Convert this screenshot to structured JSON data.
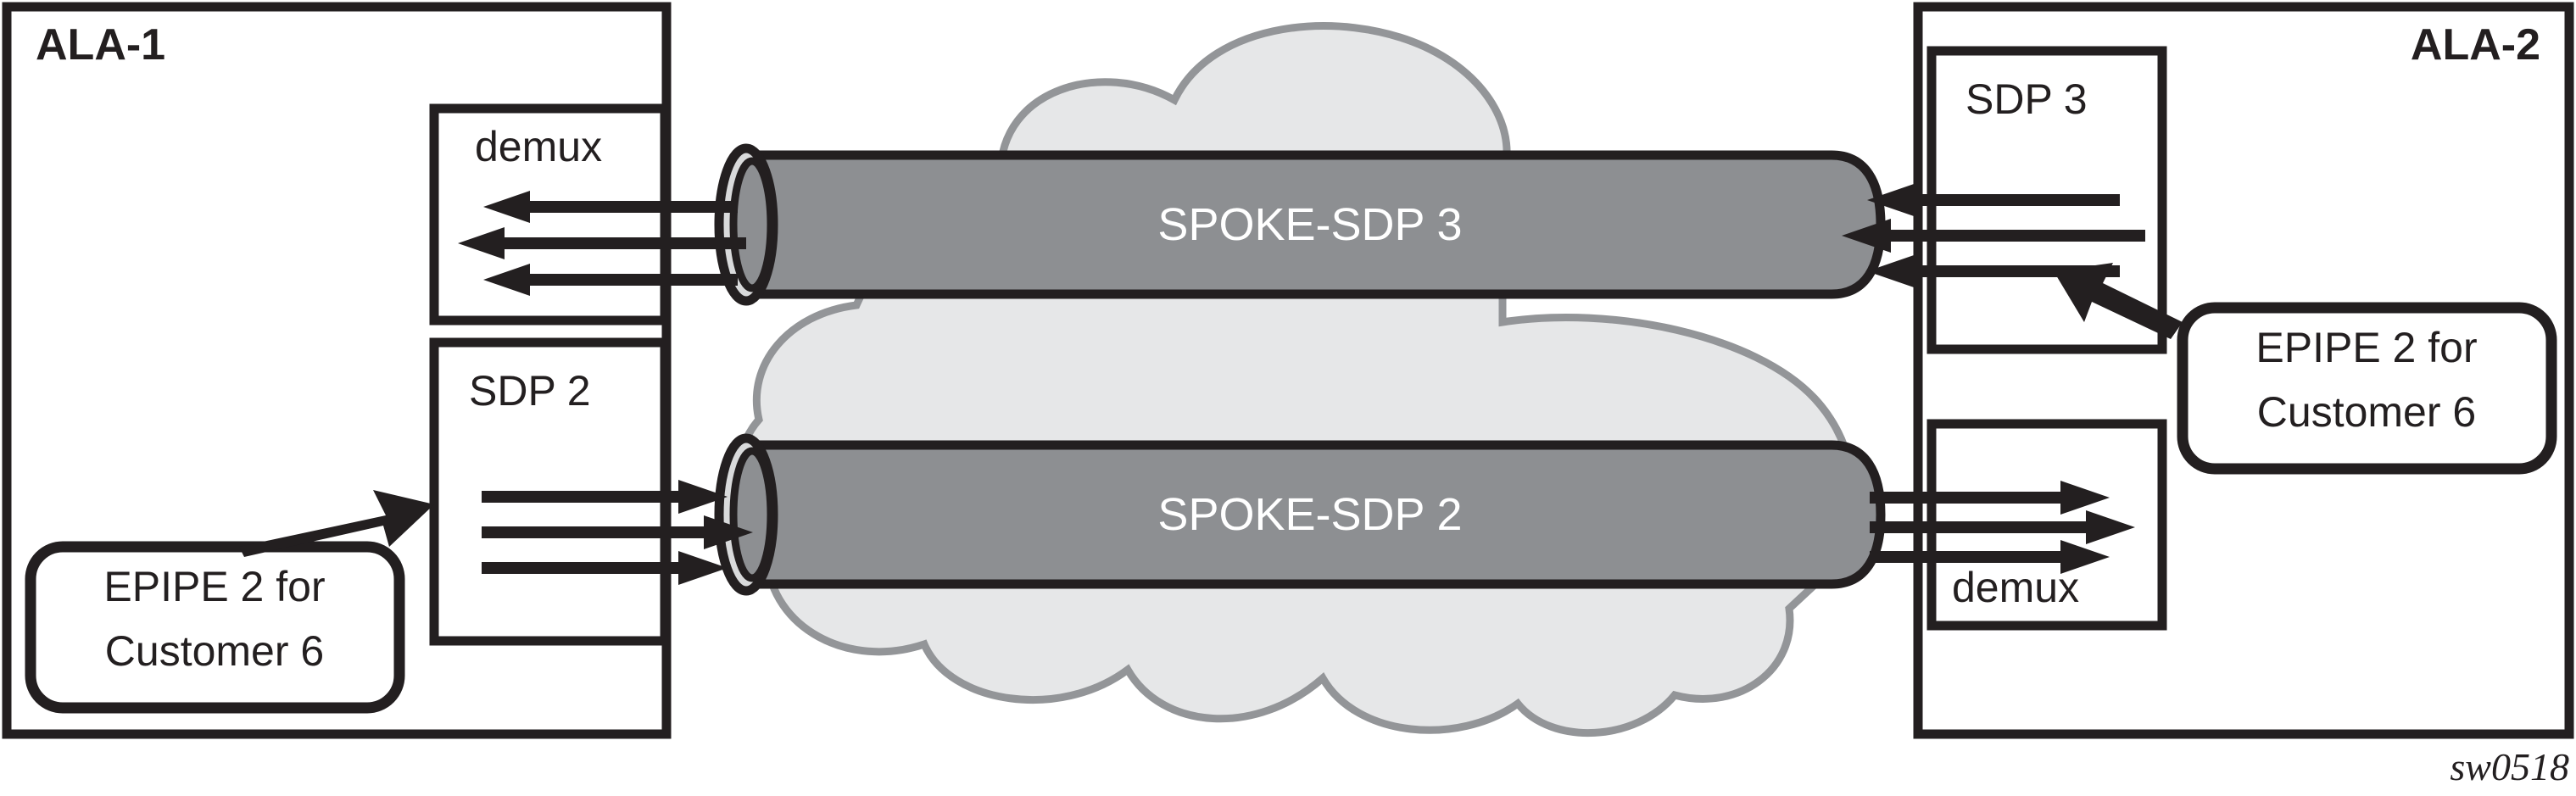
{
  "figure": {
    "id_label": "sw0518",
    "colors": {
      "ink": "#231f20",
      "tube_fill": "#8d8f92",
      "tube_cap_fill": "#d9dadb",
      "cloud_fill": "#e6e7e8",
      "cloud_stroke": "#939598",
      "background": "#ffffff",
      "tube_text": "#ffffff"
    }
  },
  "routers": [
    {
      "name": "ala-1",
      "title": "ALA-1",
      "title_align": "left",
      "boxes": [
        {
          "name": "demux-box-left",
          "label": "demux",
          "label_position": "top",
          "arrow_direction": "left",
          "arrow_count": 3
        },
        {
          "name": "sdp2-box",
          "label": "SDP 2",
          "label_position": "top",
          "arrow_direction": "right",
          "arrow_count": 3
        }
      ],
      "callout": {
        "name": "epipe-callout-left",
        "line1": "EPIPE 2 for",
        "line2": "Customer 6",
        "points_to": "sdp2-box"
      }
    },
    {
      "name": "ala-2",
      "title": "ALA-2",
      "title_align": "right",
      "boxes": [
        {
          "name": "sdp3-box",
          "label": "SDP 3",
          "label_position": "top",
          "arrow_direction": "left",
          "arrow_count": 3
        },
        {
          "name": "demux-box-right",
          "label": "demux",
          "label_position": "bottom",
          "arrow_direction": "right",
          "arrow_count": 3
        }
      ],
      "callout": {
        "name": "epipe-callout-right",
        "line1": "EPIPE 2 for",
        "line2": "Customer 6",
        "points_to": "sdp3-box"
      }
    }
  ],
  "tunnels": [
    {
      "name": "spoke-sdp-3",
      "label": "SPOKE-SDP 3",
      "position": "top",
      "cap_end": "left",
      "direction": "right-to-left"
    },
    {
      "name": "spoke-sdp-2",
      "label": "SPOKE-SDP 2",
      "position": "bottom",
      "cap_end": "left",
      "direction": "left-to-right"
    }
  ],
  "cloud": {
    "name": "network-cloud",
    "label": ""
  }
}
